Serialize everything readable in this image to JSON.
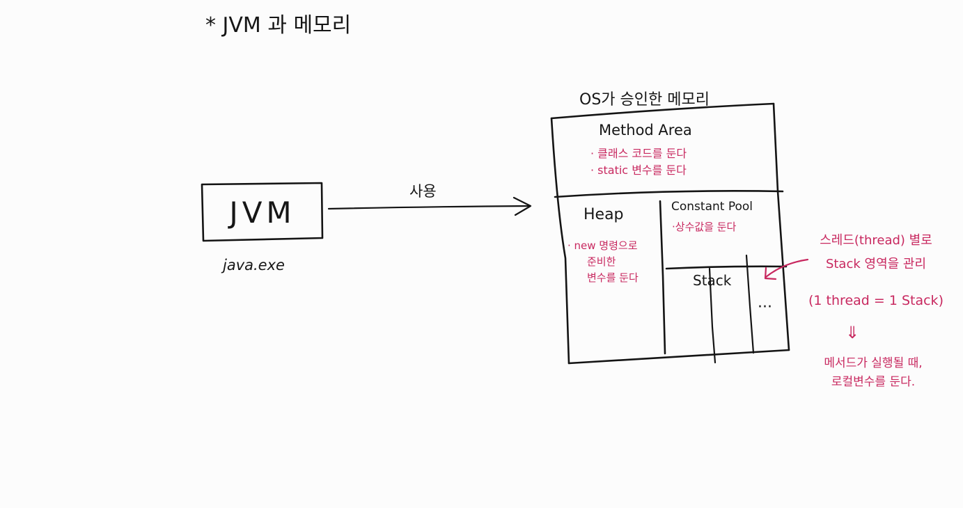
{
  "title": "* JVM 과 메모리",
  "jvm_box": {
    "label": "JVM",
    "caption": "java.exe"
  },
  "arrow_label": "사용",
  "memory": {
    "title": "OS가 승인한 메모리",
    "method_area": {
      "name": "Method Area",
      "notes": [
        "· 클래스 코드를 둔다",
        "· static 변수를 둔다"
      ]
    },
    "heap": {
      "name": "Heap",
      "notes": [
        "· new 명령으로",
        "준비한",
        "변수를 둔다"
      ]
    },
    "constant_pool": {
      "name": "Constant Pool",
      "note": "·상수값을 둔다"
    },
    "stack": {
      "name": "Stack",
      "more": "···"
    }
  },
  "stack_note": {
    "lines": [
      "스레드(thread) 별로",
      "Stack 영역을 관리",
      "(1 thread = 1 Stack)"
    ],
    "arrow": "⇓",
    "result_lines": [
      "메서드가 실행될 때,",
      "로컬변수를 둔다."
    ]
  },
  "colors": {
    "ink": "#141414",
    "accent": "#c8285f",
    "paper": "#fcfcfc"
  }
}
